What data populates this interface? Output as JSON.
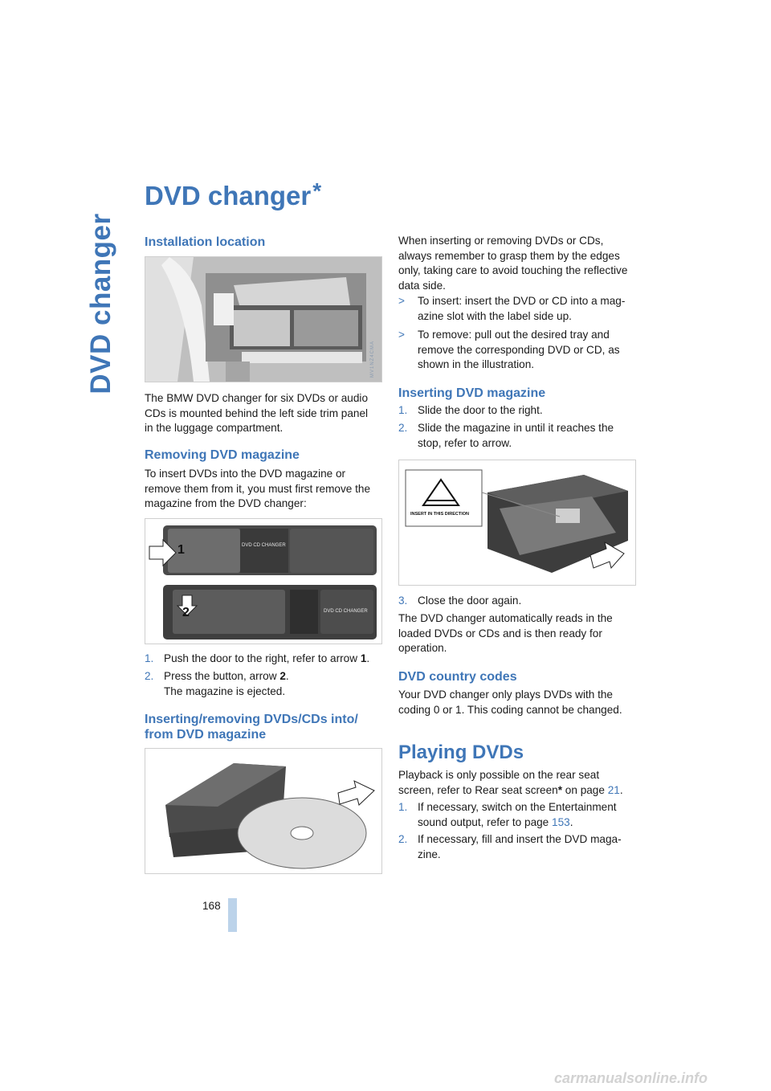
{
  "side_title": "DVD changer",
  "title": "DVD changer",
  "title_star": "*",
  "page_number": "168",
  "watermark": "carmanualsonline.info",
  "left": {
    "h_installation": "Installation location",
    "installation_text": "The BMW DVD changer for six DVDs or audio CDs is mounted behind the left side trim panel in the luggage compartment.",
    "h_removing": "Removing DVD magazine",
    "removing_text": "To insert DVDs into the DVD magazine or remove them from it, you must first remove the magazine from the DVD changer:",
    "step1_num": "1.",
    "step1_text": "Push the door to the right, refer to arrow ",
    "step1_bold": "1",
    "step1_end": ".",
    "step2_num": "2.",
    "step2_text": "Press the button, arrow ",
    "step2_bold": "2",
    "step2_end": ".",
    "step2_sub": "The magazine is ejected.",
    "h_insert_remove_1": "Inserting/removing DVDs/CDs into/",
    "h_insert_remove_2": "from DVD magazine",
    "fig1_labels": [
      "DVD CD CHANGER"
    ],
    "fig2_arrow1": "1",
    "fig2_arrow2": "2",
    "fig2_label_top": "DVD CD CHANGER",
    "fig2_label_bottom": "DVD CD CHANGER"
  },
  "right": {
    "handling_text": "When inserting or removing DVDs or CDs, always remember to grasp them by the edges only, taking care to avoid touching the reflective data side.",
    "bullet_mark": ">",
    "bullet1": "To insert: insert the DVD or CD into a magazine slot with the label side up.",
    "bullet1_a": "To insert: insert the DVD or CD into a mag-",
    "bullet1_b": "azine slot with the label side up.",
    "bullet2_a": "To remove: pull out the desired tray and",
    "bullet2_b": "remove the corresponding DVD or CD, as",
    "bullet2_c": "shown in the illustration.",
    "h_inserting_magazine": "Inserting DVD magazine",
    "ins1_num": "1.",
    "ins1": "Slide the door to the right.",
    "ins2_num": "2.",
    "ins2_a": "Slide the magazine in until it reaches the",
    "ins2_b": "stop, refer to arrow.",
    "fig_label": "INSERT IN THIS DIRECTION",
    "ins3_num": "3.",
    "ins3": "Close the door again.",
    "auto_text": "The DVD changer automatically reads in the loaded DVDs or CDs and is then ready for operation.",
    "h_country": "DVD country codes",
    "country_text": "Your DVD changer only plays DVDs with the coding 0 or 1. This coding cannot be changed.",
    "h_playing": "Playing DVDs",
    "playing_a": "Playback is only possible on the rear seat",
    "playing_b": "screen, refer to Rear seat screen",
    "playing_star": "*",
    "playing_c": " on page ",
    "playing_link": "21",
    "playing_end": ".",
    "p1_num": "1.",
    "p1_a": "If necessary, switch on the Entertainment",
    "p1_b": "sound output, refer to page ",
    "p1_link": "153",
    "p1_end": ".",
    "p2_num": "2.",
    "p2_a": "If necessary, fill and insert the DVD maga-",
    "p2_b": "zine."
  }
}
